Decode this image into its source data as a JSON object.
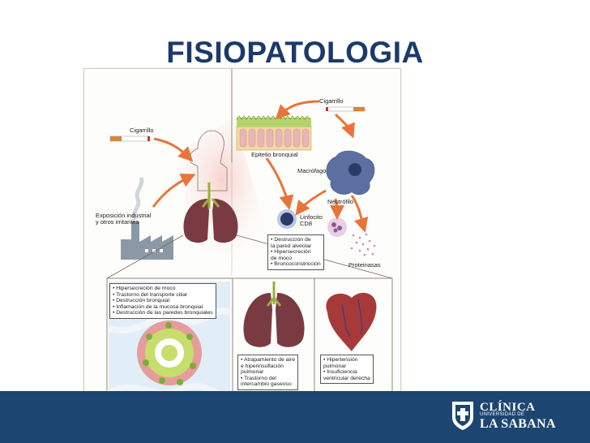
{
  "slide": {
    "title": "FISIOPATOLOGIA",
    "colors": {
      "title": "#1b3a6b",
      "footer": "#1d4571",
      "arrow": "#e9743a"
    }
  },
  "diagram": {
    "labels": {
      "cigarrillo_left": "Cigarrillo",
      "cigarrillo_right": "Cigarrillo",
      "epitelio": "Epitelio bronquial",
      "macrofago": "Macrófago",
      "neutrofilo": "Neutrófilo",
      "linfocito_1": "Linfocito",
      "linfocito_2": "CD8",
      "proteinasas": "Proteinasas",
      "exposicion_1": "Exposición industrial",
      "exposicion_2": "y otros irritantes"
    },
    "alveolar_box": [
      "• Destrucción de",
      "  la pared alveolar",
      "• Hipersecreción",
      "  de moco",
      "• Broncoconstricción"
    ],
    "bronchial_box": [
      "• Hipersecreción de moco",
      "• Trastorno del transporte ciliar",
      "• Destrucción bronquial",
      "• Inflamación de la mucosa bronquial",
      "• Destrucción de las paredes bronquiales"
    ],
    "lung_box": [
      "• Atrapamiento de aire",
      "  e hiperinsuflación",
      "  pulmonar",
      "• Trastorno del",
      "  intercambio gaseoso"
    ],
    "heart_box": [
      "• Hipertensión",
      "  pulmonar",
      "• Insuficiencia",
      "  ventricular derecha"
    ]
  },
  "logo": {
    "line1": "CLÍNICA",
    "line2": "UNIVERSIDAD DE",
    "line3": "LA SABANA"
  }
}
